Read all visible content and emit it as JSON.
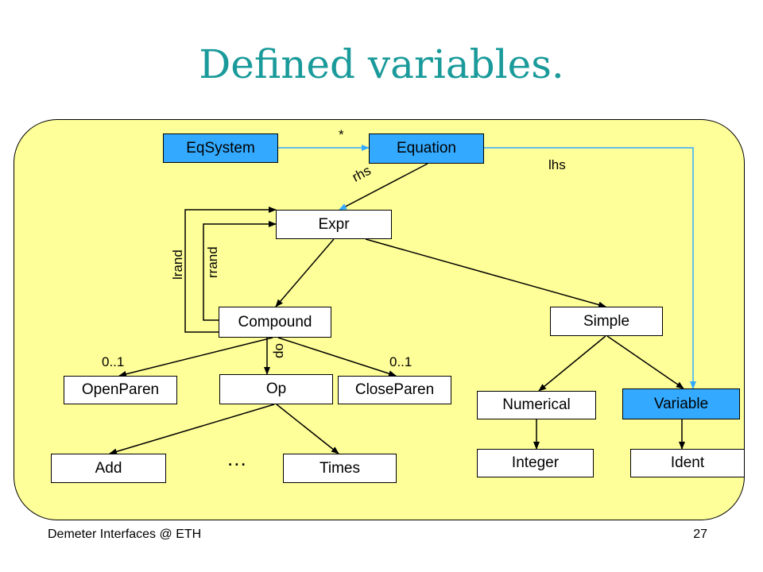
{
  "slide": {
    "title": "Defined variables.",
    "footer_left": "Demeter Interfaces @ ETH",
    "page_number": "27"
  },
  "diagram": {
    "nodes": {
      "eqsystem": "EqSystem",
      "equation": "Equation",
      "expr": "Expr",
      "compound": "Compound",
      "simple": "Simple",
      "openparen": "OpenParen",
      "op": "Op",
      "closeparen": "CloseParen",
      "numerical": "Numerical",
      "variable": "Variable",
      "add": "Add",
      "times": "Times",
      "integer": "Integer",
      "ident": "Ident"
    },
    "edge_labels": {
      "star": "*",
      "lhs": "lhs",
      "rhs": "rhs",
      "lrand": "lrand",
      "rrand": "rrand",
      "op": "op",
      "openparen_mult": "0..1",
      "closeparen_mult": "0..1",
      "ellipsis": "..."
    },
    "colors": {
      "panel": "#ffff99",
      "highlight": "#33aaff",
      "title": "#1a9a9a"
    }
  }
}
